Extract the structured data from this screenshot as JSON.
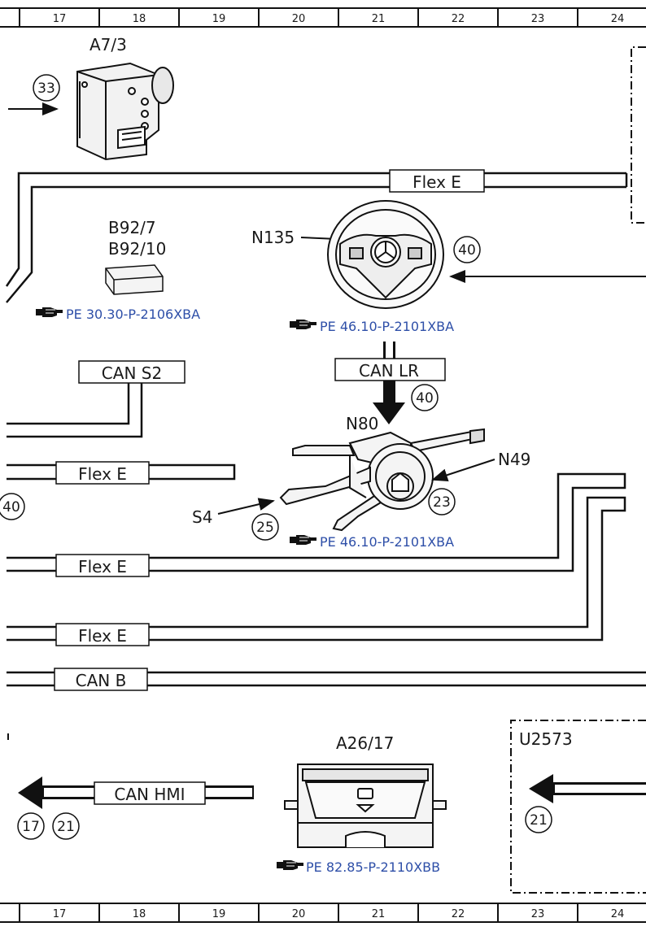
{
  "grid": {
    "top": [
      "17",
      "18",
      "19",
      "20",
      "21",
      "22",
      "23",
      "24"
    ],
    "bottom": [
      "17",
      "18",
      "19",
      "20",
      "21",
      "22",
      "23",
      "24"
    ]
  },
  "components": {
    "a7_3": {
      "label": "A7/3",
      "circle": "33"
    },
    "b92": {
      "label1": "B92/7",
      "label2": "B92/10",
      "ref": "PE 30.30-P-2106XBA"
    },
    "n135": {
      "label": "N135",
      "circle": "40",
      "ref": "PE 46.10-P-2101XBA"
    },
    "n80": {
      "label": "N80",
      "circle": "40"
    },
    "n49": {
      "label": "N49",
      "circle": "23"
    },
    "s4": {
      "label": "S4",
      "circle": "25",
      "ref": "PE 46.10-P-2101XBA"
    },
    "a26_17": {
      "label": "A26/17",
      "ref": "PE 82.85-P-2110XBB"
    },
    "u2573": {
      "label": "U2573",
      "circle": "21"
    }
  },
  "buses": {
    "flex_top": "Flex E",
    "can_s2": "CAN S2",
    "can_lr": "CAN LR",
    "flex_1": "Flex E",
    "flex_2": "Flex E",
    "flex_3": "Flex E",
    "can_b": "CAN B",
    "can_hmi": "CAN HMI"
  },
  "circles": {
    "left_40": "40",
    "hmi_17": "17",
    "hmi_21": "21"
  }
}
